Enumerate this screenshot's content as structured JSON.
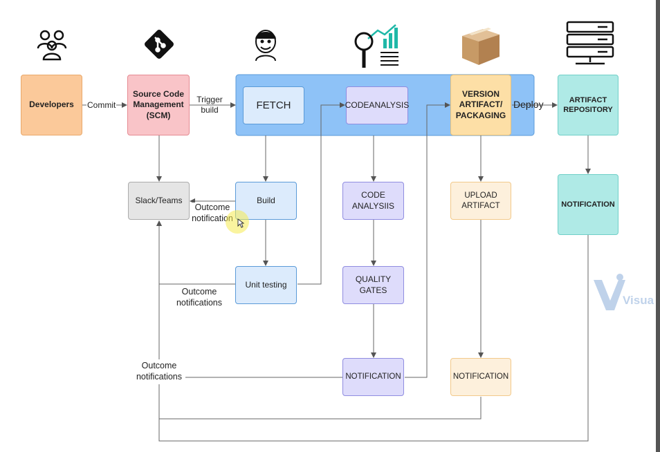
{
  "nodes": {
    "developers": "Developers",
    "scm": "Source Code Management (SCM)",
    "fetch": "FETCH",
    "codeanalysis_stage": "CODEANALYSIS",
    "version": "VERSION ARTIFACT/ PACKAGING",
    "artifact_repo": "ARTIFACT REPOSITORY",
    "slack": "Slack/Teams",
    "build": "Build",
    "unit_testing": "Unit testing",
    "code_analysis": "CODE ANALYSIIS",
    "quality_gates": "QUALITY GATES",
    "notification_qa": "NOTIFICATION",
    "upload_artifact": "UPLOAD ARTIFACT",
    "notification_upload": "NOTIFICATION",
    "notification_repo": "NOTIFICATION"
  },
  "edge_labels": {
    "commit": "Commit",
    "trigger": "Trigger build",
    "deploy": "Deploy",
    "outcome_build": "Outcome notification",
    "outcome_unit": "Outcome notifications",
    "outcome_left": "Outcome notifications"
  },
  "icons": [
    "users-icon",
    "git-icon",
    "jenkins-icon",
    "code-analysis-icon",
    "package-box-icon",
    "server-icon"
  ],
  "watermark": "Visua",
  "colors": {
    "developers": "#fbc99a",
    "scm": "#f9c4c8",
    "pipeline": "#8ec2f7",
    "blue_box": "#dcebfc",
    "purple_box": "#dedcfb",
    "orange_box": "#fdf0dc",
    "version_box": "#fddfa6",
    "teal_box": "#afeae6",
    "slack_box": "#e5e5e5"
  }
}
